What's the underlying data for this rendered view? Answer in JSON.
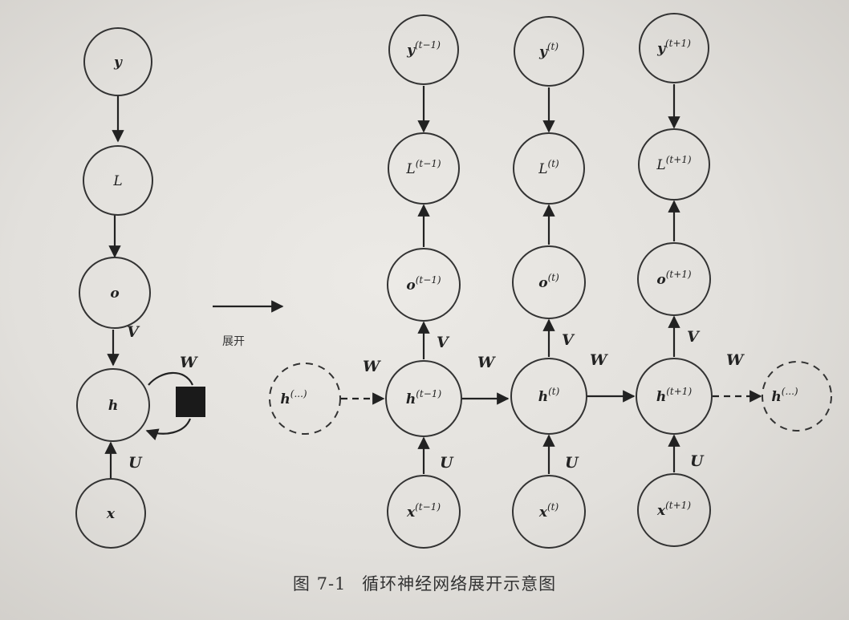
{
  "folded": {
    "nodes": {
      "y": {
        "label": "y"
      },
      "L": {
        "label": "L"
      },
      "o": {
        "label": "o"
      },
      "h": {
        "label": "h"
      },
      "x": {
        "label": "x"
      }
    },
    "edge_labels": {
      "V": "V",
      "U": "U",
      "W": "W"
    }
  },
  "unfold_label": "展开",
  "unrolled": {
    "columns": [
      {
        "y": "y",
        "y_sup": "(t−1)",
        "L": "L",
        "L_sup": "(t−1)",
        "o": "o",
        "o_sup": "(t−1)",
        "h": "h",
        "h_sup": "(t−1)",
        "x": "x",
        "x_sup": "(t−1)",
        "V": "V",
        "U": "U"
      },
      {
        "y": "y",
        "y_sup": "(t)",
        "L": "L",
        "L_sup": "(t)",
        "o": "o",
        "o_sup": "(t)",
        "h": "h",
        "h_sup": "(t)",
        "x": "x",
        "x_sup": "(t)",
        "V": "V",
        "U": "U"
      },
      {
        "y": "y",
        "y_sup": "(t+1)",
        "L": "L",
        "L_sup": "(t+1)",
        "o": "o",
        "o_sup": "(t+1)",
        "h": "h",
        "h_sup": "(t+1)",
        "x": "x",
        "x_sup": "(t+1)",
        "V": "V",
        "U": "U"
      }
    ],
    "h_prev": {
      "label": "h",
      "sup": "(...)"
    },
    "h_next": {
      "label": "h",
      "sup": "(...)"
    },
    "w_labels": [
      "W",
      "W",
      "W",
      "W"
    ]
  },
  "caption": {
    "figure_number": "图 7-1",
    "title": "循环神经网络展开示意图"
  }
}
